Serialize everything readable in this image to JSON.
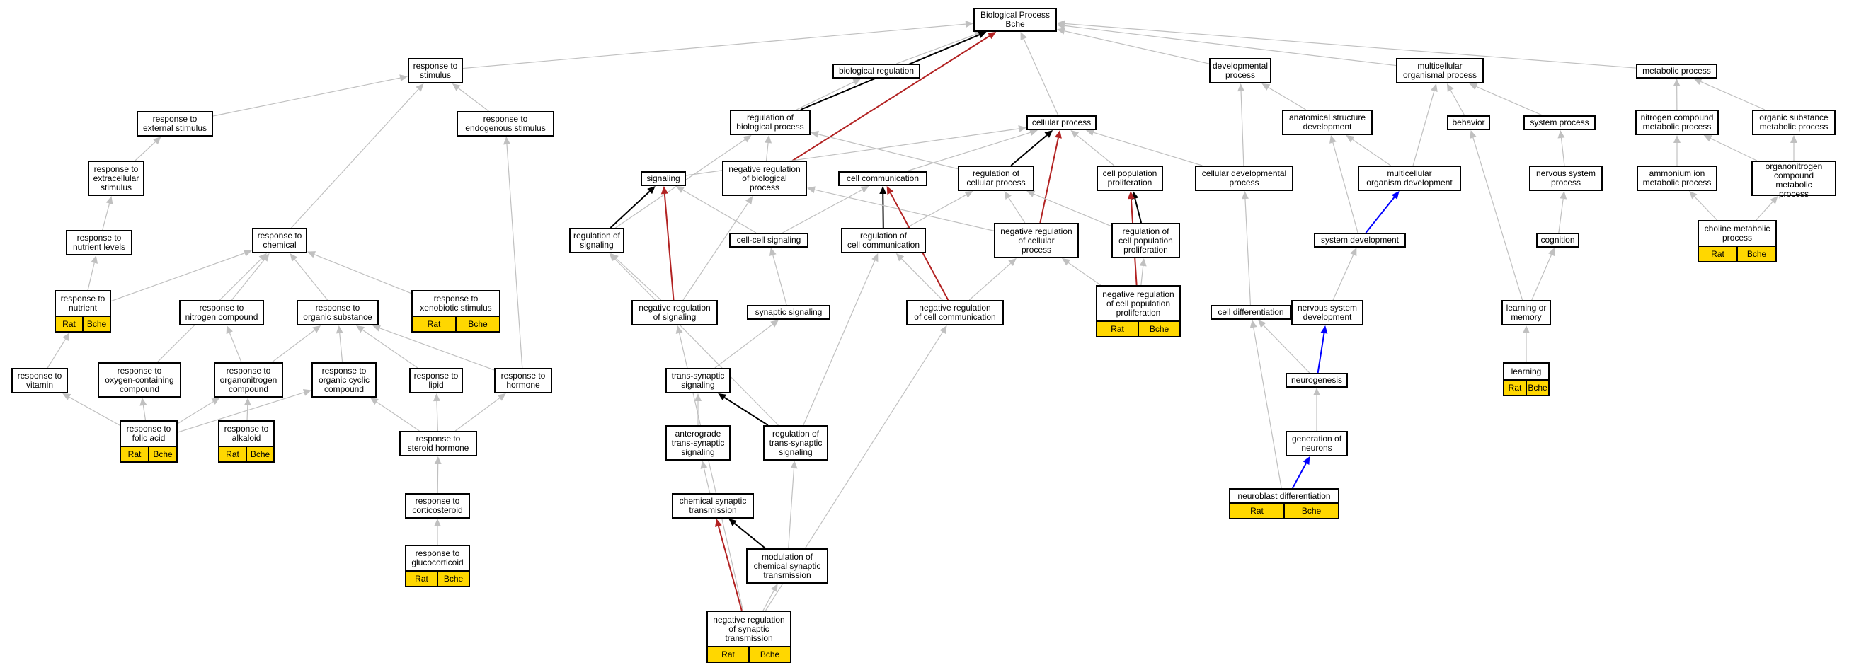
{
  "colors": {
    "is_a_edge": "#c0c0c0",
    "regulates_edge": "#000000",
    "negatively_regulates_edge": "#b22222",
    "part_of_edge": "#0000ff",
    "annotation_fill": "#FFD700"
  },
  "nodes": [
    {
      "id": "bp",
      "label": "Biological Process\nBche"
    },
    {
      "id": "resp_stim",
      "label": "response to\nstimulus"
    },
    {
      "id": "bio_reg",
      "label": "biological regulation"
    },
    {
      "id": "dev_proc",
      "label": "developmental\nprocess"
    },
    {
      "id": "multi_org",
      "label": "multicellular\norganismal process"
    },
    {
      "id": "metab",
      "label": "metabolic process"
    },
    {
      "id": "resp_ext",
      "label": "response to\nexternal stimulus"
    },
    {
      "id": "resp_endo",
      "label": "response to\nendogenous stimulus"
    },
    {
      "id": "reg_bio",
      "label": "regulation of\nbiological process"
    },
    {
      "id": "cell_proc",
      "label": "cellular process"
    },
    {
      "id": "anat",
      "label": "anatomical structure\ndevelopment"
    },
    {
      "id": "behavior",
      "label": "behavior"
    },
    {
      "id": "sys_proc",
      "label": "system process"
    },
    {
      "id": "n_comp_met",
      "label": "nitrogen compound\nmetabolic process"
    },
    {
      "id": "org_sub_met",
      "label": "organic substance\nmetabolic process"
    },
    {
      "id": "resp_extra",
      "label": "response to\nextracellular\nstimulus"
    },
    {
      "id": "signaling",
      "label": "signaling"
    },
    {
      "id": "neg_reg_bio",
      "label": "negative regulation\nof biological\nprocess"
    },
    {
      "id": "cell_comm",
      "label": "cell communication"
    },
    {
      "id": "reg_cell_proc",
      "label": "regulation of\ncellular process"
    },
    {
      "id": "cell_pop_prolif",
      "label": "cell population\nproliferation"
    },
    {
      "id": "cell_dev_proc",
      "label": "cellular developmental\nprocess"
    },
    {
      "id": "multi_org_dev",
      "label": "multicellular\norganism development"
    },
    {
      "id": "nerv_sys_proc",
      "label": "nervous system\nprocess"
    },
    {
      "id": "ammonium",
      "label": "ammonium ion\nmetabolic process"
    },
    {
      "id": "organonitrogen_met",
      "label": "organonitrogen\ncompound metabolic\nprocess"
    },
    {
      "id": "resp_nutr_lev",
      "label": "response to\nnutrient levels"
    },
    {
      "id": "resp_chem",
      "label": "response to\nchemical"
    },
    {
      "id": "reg_sig",
      "label": "regulation of\nsignaling"
    },
    {
      "id": "cc_sig",
      "label": "cell-cell signaling"
    },
    {
      "id": "reg_cell_comm",
      "label": "regulation of\ncell communication"
    },
    {
      "id": "neg_reg_cell_proc",
      "label": "negative regulation\nof cellular\nprocess"
    },
    {
      "id": "reg_cpp",
      "label": "regulation of\ncell population\nproliferation"
    },
    {
      "id": "sys_dev",
      "label": "system development"
    },
    {
      "id": "cognition",
      "label": "cognition"
    },
    {
      "id": "choline",
      "label": "choline metabolic\nprocess",
      "tags": [
        "Rat",
        "Bche"
      ]
    },
    {
      "id": "resp_nutr",
      "label": "response to\nnutrient",
      "tags": [
        "Rat",
        "Bche"
      ]
    },
    {
      "id": "resp_n_comp",
      "label": "response to\nnitrogen compound"
    },
    {
      "id": "resp_org_sub",
      "label": "response to\norganic substance"
    },
    {
      "id": "resp_xeno",
      "label": "response to\nxenobiotic stimulus",
      "tags": [
        "Rat",
        "Bche"
      ]
    },
    {
      "id": "neg_reg_sig",
      "label": "negative regulation\nof signaling"
    },
    {
      "id": "syn_sig",
      "label": "synaptic signaling"
    },
    {
      "id": "neg_reg_cell_comm",
      "label": "negative regulation\nof cell communication"
    },
    {
      "id": "neg_reg_cpp",
      "label": "negative regulation\nof cell population\nproliferation",
      "tags": [
        "Rat",
        "Bche"
      ]
    },
    {
      "id": "cell_diff",
      "label": "cell differentiation"
    },
    {
      "id": "nerv_sys_dev",
      "label": "nervous system\ndevelopment"
    },
    {
      "id": "learn_mem",
      "label": "learning or\nmemory"
    },
    {
      "id": "resp_vit",
      "label": "response to\nvitamin"
    },
    {
      "id": "resp_oxy",
      "label": "response to\noxygen-containing\ncompound"
    },
    {
      "id": "resp_orgn",
      "label": "response to\norganonitrogen\ncompound"
    },
    {
      "id": "resp_org_cyc",
      "label": "response to\norganic cyclic\ncompound"
    },
    {
      "id": "resp_lipid",
      "label": "response to\nlipid"
    },
    {
      "id": "resp_horm",
      "label": "response to\nhormone"
    },
    {
      "id": "trans_syn",
      "label": "trans-synaptic\nsignaling"
    },
    {
      "id": "neurogenesis",
      "label": "neurogenesis"
    },
    {
      "id": "learning",
      "label": "learning",
      "tags": [
        "Rat",
        "Bche"
      ]
    },
    {
      "id": "resp_folic",
      "label": "response to\nfolic acid",
      "tags": [
        "Rat",
        "Bche"
      ]
    },
    {
      "id": "resp_alk",
      "label": "response to\nalkaloid",
      "tags": [
        "Rat",
        "Bche"
      ]
    },
    {
      "id": "resp_ster",
      "label": "response to\nsteroid hormone"
    },
    {
      "id": "antero",
      "label": "anterograde\ntrans-synaptic\nsignaling"
    },
    {
      "id": "reg_trans_syn",
      "label": "regulation of\ntrans-synaptic\nsignaling"
    },
    {
      "id": "gen_neurons",
      "label": "generation of\nneurons"
    },
    {
      "id": "resp_cort",
      "label": "response to\ncorticosteroid"
    },
    {
      "id": "chem_syn",
      "label": "chemical synaptic\ntransmission"
    },
    {
      "id": "neuroblast",
      "label": "neuroblast differentiation",
      "tags": [
        "Rat",
        "Bche"
      ]
    },
    {
      "id": "resp_gluco",
      "label": "response to\nglucocorticoid",
      "tags": [
        "Rat",
        "Bche"
      ]
    },
    {
      "id": "mod_chem_syn",
      "label": "modulation of\nchemical synaptic\ntransmission"
    },
    {
      "id": "neg_reg_syn",
      "label": "negative regulation\nof synaptic\ntransmission",
      "tags": [
        "Rat",
        "Bche"
      ]
    }
  ],
  "edges": [
    {
      "from": "resp_stim",
      "to": "bp",
      "type": "is_a"
    },
    {
      "from": "bio_reg",
      "to": "bp",
      "type": "is_a"
    },
    {
      "from": "reg_bio",
      "to": "bp",
      "type": "regulates"
    },
    {
      "from": "neg_reg_bio",
      "to": "bp",
      "type": "negatively_regulates"
    },
    {
      "from": "cell_proc",
      "to": "bp",
      "type": "is_a"
    },
    {
      "from": "dev_proc",
      "to": "bp",
      "type": "is_a"
    },
    {
      "from": "multi_org",
      "to": "bp",
      "type": "is_a"
    },
    {
      "from": "metab",
      "to": "bp",
      "type": "is_a"
    },
    {
      "from": "resp_ext",
      "to": "resp_stim",
      "type": "is_a"
    },
    {
      "from": "resp_endo",
      "to": "resp_stim",
      "type": "is_a"
    },
    {
      "from": "resp_chem",
      "to": "resp_stim",
      "type": "is_a"
    },
    {
      "from": "reg_bio",
      "to": "bio_reg",
      "type": "is_a"
    },
    {
      "from": "neg_reg_bio",
      "to": "reg_bio",
      "type": "is_a"
    },
    {
      "from": "reg_cell_proc",
      "to": "reg_bio",
      "type": "is_a"
    },
    {
      "from": "reg_sig",
      "to": "reg_bio",
      "type": "is_a"
    },
    {
      "from": "signaling",
      "to": "cell_proc",
      "type": "is_a"
    },
    {
      "from": "cell_comm",
      "to": "cell_proc",
      "type": "is_a"
    },
    {
      "from": "reg_cell_proc",
      "to": "cell_proc",
      "type": "regulates"
    },
    {
      "from": "neg_reg_cell_proc",
      "to": "cell_proc",
      "type": "negatively_regulates"
    },
    {
      "from": "cell_pop_prolif",
      "to": "cell_proc",
      "type": "is_a"
    },
    {
      "from": "cell_dev_proc",
      "to": "cell_proc",
      "type": "is_a"
    },
    {
      "from": "cell_dev_proc",
      "to": "dev_proc",
      "type": "is_a"
    },
    {
      "from": "anat",
      "to": "dev_proc",
      "type": "is_a"
    },
    {
      "from": "multi_org_dev",
      "to": "multi_org",
      "type": "is_a"
    },
    {
      "from": "behavior",
      "to": "multi_org",
      "type": "is_a"
    },
    {
      "from": "sys_proc",
      "to": "multi_org",
      "type": "is_a"
    },
    {
      "from": "n_comp_met",
      "to": "metab",
      "type": "is_a"
    },
    {
      "from": "org_sub_met",
      "to": "metab",
      "type": "is_a"
    },
    {
      "from": "resp_extra",
      "to": "resp_ext",
      "type": "is_a"
    },
    {
      "from": "resp_nutr_lev",
      "to": "resp_extra",
      "type": "is_a"
    },
    {
      "from": "resp_nutr",
      "to": "resp_nutr_lev",
      "type": "is_a"
    },
    {
      "from": "resp_nutr",
      "to": "resp_chem",
      "type": "is_a"
    },
    {
      "from": "resp_vit",
      "to": "resp_nutr",
      "type": "is_a"
    },
    {
      "from": "resp_n_comp",
      "to": "resp_chem",
      "type": "is_a"
    },
    {
      "from": "resp_org_sub",
      "to": "resp_chem",
      "type": "is_a"
    },
    {
      "from": "resp_xeno",
      "to": "resp_chem",
      "type": "is_a"
    },
    {
      "from": "resp_oxy",
      "to": "resp_chem",
      "type": "is_a"
    },
    {
      "from": "resp_orgn",
      "to": "resp_n_comp",
      "type": "is_a"
    },
    {
      "from": "resp_orgn",
      "to": "resp_org_sub",
      "type": "is_a"
    },
    {
      "from": "resp_org_cyc",
      "to": "resp_org_sub",
      "type": "is_a"
    },
    {
      "from": "resp_lipid",
      "to": "resp_org_sub",
      "type": "is_a"
    },
    {
      "from": "resp_horm",
      "to": "resp_org_sub",
      "type": "is_a"
    },
    {
      "from": "resp_horm",
      "to": "resp_endo",
      "type": "is_a"
    },
    {
      "from": "resp_folic",
      "to": "resp_vit",
      "type": "is_a"
    },
    {
      "from": "resp_folic",
      "to": "resp_oxy",
      "type": "is_a"
    },
    {
      "from": "resp_folic",
      "to": "resp_orgn",
      "type": "is_a"
    },
    {
      "from": "resp_folic",
      "to": "resp_org_cyc",
      "type": "is_a"
    },
    {
      "from": "resp_alk",
      "to": "resp_orgn",
      "type": "is_a"
    },
    {
      "from": "resp_ster",
      "to": "resp_org_cyc",
      "type": "is_a"
    },
    {
      "from": "resp_ster",
      "to": "resp_lipid",
      "type": "is_a"
    },
    {
      "from": "resp_ster",
      "to": "resp_horm",
      "type": "is_a"
    },
    {
      "from": "resp_cort",
      "to": "resp_ster",
      "type": "is_a"
    },
    {
      "from": "resp_gluco",
      "to": "resp_cort",
      "type": "is_a"
    },
    {
      "from": "reg_sig",
      "to": "signaling",
      "type": "regulates"
    },
    {
      "from": "neg_reg_sig",
      "to": "signaling",
      "type": "negatively_regulates"
    },
    {
      "from": "neg_reg_sig",
      "to": "reg_sig",
      "type": "is_a"
    },
    {
      "from": "neg_reg_sig",
      "to": "neg_reg_bio",
      "type": "is_a"
    },
    {
      "from": "cc_sig",
      "to": "signaling",
      "type": "is_a"
    },
    {
      "from": "cc_sig",
      "to": "cell_comm",
      "type": "is_a"
    },
    {
      "from": "reg_cell_comm",
      "to": "cell_comm",
      "type": "regulates"
    },
    {
      "from": "reg_cell_comm",
      "to": "reg_cell_proc",
      "type": "is_a"
    },
    {
      "from": "neg_reg_cell_comm",
      "to": "cell_comm",
      "type": "negatively_regulates"
    },
    {
      "from": "neg_reg_cell_comm",
      "to": "reg_cell_comm",
      "type": "is_a"
    },
    {
      "from": "neg_reg_cell_comm",
      "to": "neg_reg_cell_proc",
      "type": "is_a"
    },
    {
      "from": "neg_reg_cell_proc",
      "to": "reg_cell_proc",
      "type": "is_a"
    },
    {
      "from": "neg_reg_cell_proc",
      "to": "neg_reg_bio",
      "type": "is_a"
    },
    {
      "from": "reg_cpp",
      "to": "cell_pop_prolif",
      "type": "regulates"
    },
    {
      "from": "reg_cpp",
      "to": "reg_cell_proc",
      "type": "is_a"
    },
    {
      "from": "neg_reg_cpp",
      "to": "cell_pop_prolif",
      "type": "negatively_regulates"
    },
    {
      "from": "neg_reg_cpp",
      "to": "reg_cpp",
      "type": "is_a"
    },
    {
      "from": "neg_reg_cpp",
      "to": "neg_reg_cell_proc",
      "type": "is_a"
    },
    {
      "from": "syn_sig",
      "to": "cc_sig",
      "type": "is_a"
    },
    {
      "from": "trans_syn",
      "to": "syn_sig",
      "type": "is_a"
    },
    {
      "from": "antero",
      "to": "trans_syn",
      "type": "is_a"
    },
    {
      "from": "chem_syn",
      "to": "antero",
      "type": "is_a"
    },
    {
      "from": "reg_trans_syn",
      "to": "trans_syn",
      "type": "regulates"
    },
    {
      "from": "reg_trans_syn",
      "to": "reg_cell_comm",
      "type": "is_a"
    },
    {
      "from": "reg_trans_syn",
      "to": "reg_sig",
      "type": "is_a"
    },
    {
      "from": "mod_chem_syn",
      "to": "chem_syn",
      "type": "regulates"
    },
    {
      "from": "mod_chem_syn",
      "to": "reg_trans_syn",
      "type": "is_a"
    },
    {
      "from": "neg_reg_syn",
      "to": "chem_syn",
      "type": "negatively_regulates"
    },
    {
      "from": "neg_reg_syn",
      "to": "mod_chem_syn",
      "type": "is_a"
    },
    {
      "from": "neg_reg_syn",
      "to": "neg_reg_sig",
      "type": "is_a"
    },
    {
      "from": "neg_reg_syn",
      "to": "neg_reg_cell_comm",
      "type": "is_a"
    },
    {
      "from": "cell_diff",
      "to": "cell_dev_proc",
      "type": "is_a"
    },
    {
      "from": "multi_org_dev",
      "to": "anat",
      "type": "is_a"
    },
    {
      "from": "sys_dev",
      "to": "anat",
      "type": "is_a"
    },
    {
      "from": "sys_dev",
      "to": "multi_org_dev",
      "type": "part_of"
    },
    {
      "from": "nerv_sys_dev",
      "to": "sys_dev",
      "type": "is_a"
    },
    {
      "from": "neurogenesis",
      "to": "nerv_sys_dev",
      "type": "part_of"
    },
    {
      "from": "neurogenesis",
      "to": "cell_diff",
      "type": "is_a"
    },
    {
      "from": "gen_neurons",
      "to": "neurogenesis",
      "type": "is_a"
    },
    {
      "from": "neuroblast",
      "to": "gen_neurons",
      "type": "part_of"
    },
    {
      "from": "neuroblast",
      "to": "cell_diff",
      "type": "is_a"
    },
    {
      "from": "nerv_sys_proc",
      "to": "sys_proc",
      "type": "is_a"
    },
    {
      "from": "cognition",
      "to": "nerv_sys_proc",
      "type": "is_a"
    },
    {
      "from": "learn_mem",
      "to": "cognition",
      "type": "is_a"
    },
    {
      "from": "learn_mem",
      "to": "behavior",
      "type": "is_a"
    },
    {
      "from": "learning",
      "to": "learn_mem",
      "type": "is_a"
    },
    {
      "from": "ammonium",
      "to": "n_comp_met",
      "type": "is_a"
    },
    {
      "from": "organonitrogen_met",
      "to": "n_comp_met",
      "type": "is_a"
    },
    {
      "from": "organonitrogen_met",
      "to": "org_sub_met",
      "type": "is_a"
    },
    {
      "from": "choline",
      "to": "ammonium",
      "type": "is_a"
    },
    {
      "from": "choline",
      "to": "organonitrogen_met",
      "type": "is_a"
    }
  ]
}
